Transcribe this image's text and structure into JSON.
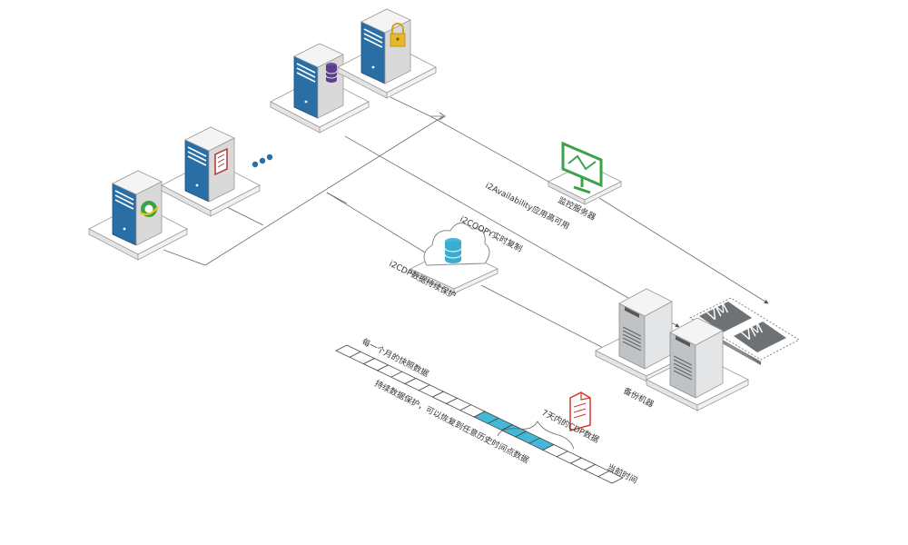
{
  "labels": {
    "monitor_server": "监控服务器",
    "i2availability": "i2Availability应用高可用",
    "i2coopy": "i2COOPY实时复制",
    "i2cdp": "i2CDP数据持续保护",
    "backup_machine": "备份机器",
    "monthly_snapshot": "每一个月的快照数据",
    "cdp_7days": "7天内的CDP数据",
    "continuous_protect": "持续数据保护，可以恢复到任意历史时间点数据",
    "current_time": "当前时间",
    "vm1": "VM",
    "vm2": "VM"
  },
  "icons": [
    "ie-icon",
    "document-icon",
    "database-icon",
    "lock-icon",
    "chart-monitor-icon",
    "cloud-database-icon",
    "pdf-file-icon",
    "ellipsis-dots-icon"
  ],
  "timeline": {
    "total_cells": 20,
    "highlight_start": 10,
    "highlight_end": 15
  },
  "colors": {
    "server_blue": "#2a6ea6",
    "cyan": "#44b8d6",
    "green": "#3aa24a",
    "red": "#d33a2c",
    "vm_gray": "#6e7275",
    "line": "#6c6c6c"
  }
}
